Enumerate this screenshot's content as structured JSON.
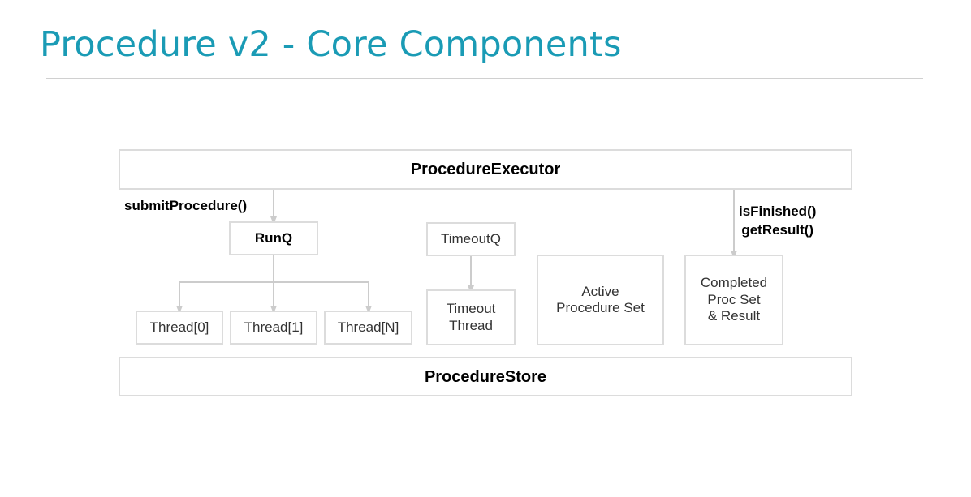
{
  "title": "Procedure v2 - Core Components",
  "diagram": {
    "executor": "ProcedureExecutor",
    "store": "ProcedureStore",
    "runq": "RunQ",
    "threads": [
      "Thread[0]",
      "Thread[1]",
      "Thread[N]"
    ],
    "timeout_queue": "TimeoutQ",
    "timeout_thread": "Timeout\nThread",
    "active_set": "Active\nProcedure Set",
    "completed_set": "Completed\nProc Set\n& Result",
    "submit_label": "submitProcedure()",
    "finished_label": "isFinished()\ngetResult()"
  },
  "colors": {
    "title": "#1a9bb5",
    "box_border": "#dcdcdc",
    "connector": "#cccccc"
  }
}
